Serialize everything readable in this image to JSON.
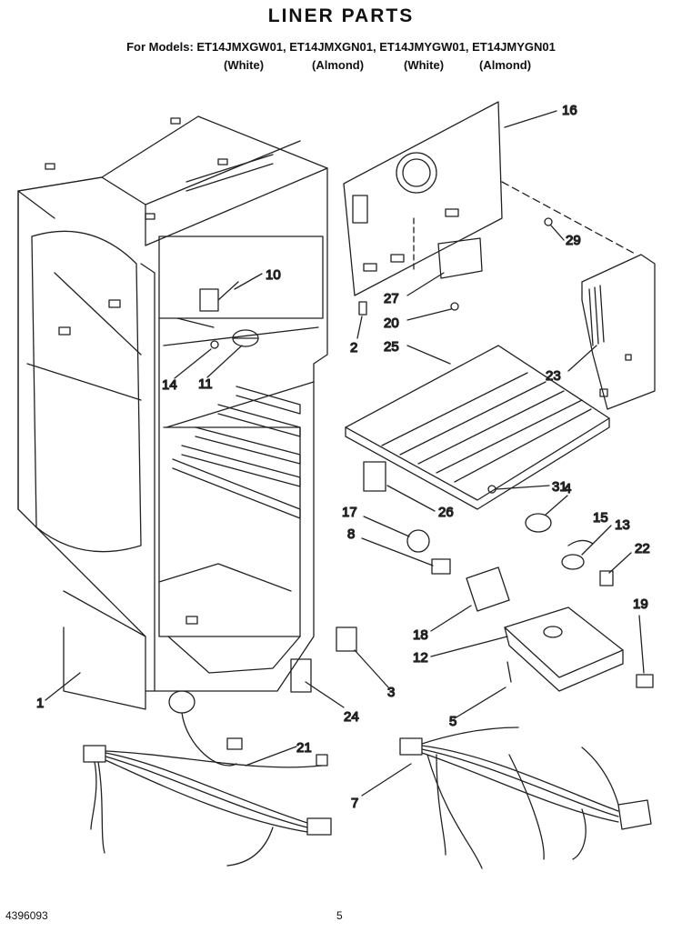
{
  "header": {
    "title": "LINER PARTS",
    "models_line": "For Models: ET14JMXGW01, ET14JMXGN01, ET14JMYGW01, ET14JMYGN01",
    "colors": [
      "(White)",
      "(Almond)",
      "(White)",
      "(Almond)"
    ]
  },
  "callouts": [
    "16",
    "29",
    "10",
    "27",
    "20",
    "2",
    "14",
    "11",
    "25",
    "23",
    "31",
    "4",
    "17",
    "26",
    "8",
    "15",
    "13",
    "22",
    "18",
    "12",
    "19",
    "3",
    "24",
    "1",
    "5",
    "21",
    "7"
  ],
  "footer": {
    "part_number": "4396093",
    "page": "5"
  }
}
